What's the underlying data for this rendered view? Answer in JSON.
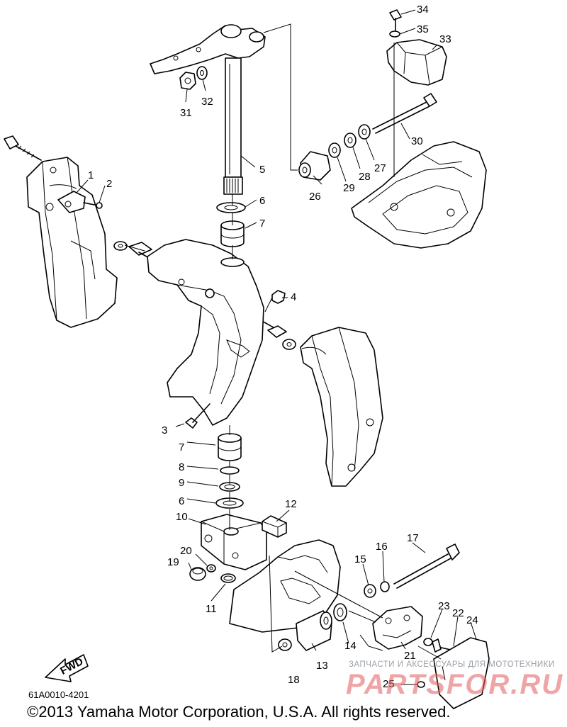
{
  "diagram": {
    "code": "61A0010-4201",
    "copyright": "©2013 Yamaha Motor Corporation, U.S.A. All rights reserved.",
    "direction_label": "FWD",
    "callouts": [
      "1",
      "2",
      "3",
      "4",
      "5",
      "6",
      "6",
      "7",
      "7",
      "8",
      "9",
      "10",
      "11",
      "12",
      "13",
      "14",
      "15",
      "16",
      "17",
      "18",
      "19",
      "20",
      "21",
      "22",
      "23",
      "24",
      "25",
      "26",
      "27",
      "28",
      "29",
      "30",
      "31",
      "32",
      "33",
      "34",
      "35"
    ]
  },
  "watermark": {
    "line": "ЗАПЧАСТИ И АКСЕССУАРЫ ДЛЯ МОТОТЕХНИКИ",
    "logo": "PARTSFOR.RU"
  }
}
